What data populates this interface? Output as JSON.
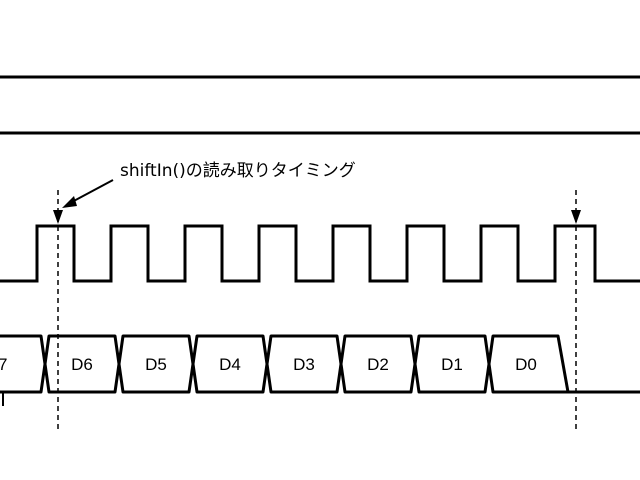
{
  "annotation": {
    "text": "shiftIn()の読み取りタイミング"
  },
  "data_bus": {
    "partial_label": "7",
    "bits": [
      "D6",
      "D5",
      "D4",
      "D3",
      "D2",
      "D1",
      "D0"
    ]
  },
  "clock": {
    "pulses": 8
  },
  "colors": {
    "stroke": "#000000",
    "background": "#ffffff"
  }
}
